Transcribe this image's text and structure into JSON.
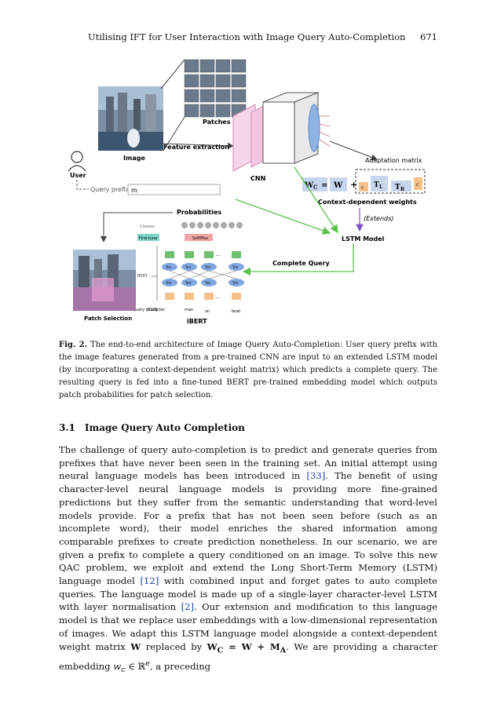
{
  "header": {
    "running_title": "Utilising IFT for User Interaction with Image Query Auto-Completion",
    "page_number": "671"
  },
  "figure": {
    "labels": {
      "patches": "Patches",
      "image": "Image",
      "feature_extraction": "Feature extraction",
      "cnn": "CNN",
      "user": "User",
      "query_prefix": "Query prefix:",
      "query_prefix_value": "m",
      "adaptation_matrix": "Adaptation matrix",
      "wc": "W",
      "wc_sub": "C",
      "eq": "=",
      "w": "W",
      "plus": "+",
      "c_left": "c",
      "tl": "T",
      "tl_sub": "L",
      "tr": "T",
      "tr_sub": "R",
      "c_right": "c",
      "context_dependent": "Context-dependent weights",
      "extends": "(Extends)",
      "lstm_model": "LSTM Model",
      "probabilities": "Probabilities",
      "classes": "Classes",
      "fine_tune": "Fine-tune",
      "softmax": "SoftMax",
      "bert": "BERT",
      "complete_query": "Complete Query",
      "patch_selection": "Patch Selection",
      "query_character": "Query character",
      "tokens": [
        "[CLS]",
        "man",
        "on",
        "boat"
      ],
      "ibert": "iBERT",
      "trm": "Trm",
      "dots": "..."
    }
  },
  "caption": {
    "label": "Fig. 2.",
    "text": "The end-to-end architecture of Image Query Auto-Completion: User query prefix with the image features generated from a pre-trained CNN are input to an extended LSTM model (by incorporating a context-dependent weight matrix) which predicts a complete query. The resulting query is fed into a fine-tuned BERT pre-trained embedding model which outputs patch probabilities for patch selection."
  },
  "section": {
    "number": "3.1",
    "title": "Image Query Auto Completion"
  },
  "body": {
    "p1": "The challenge of query auto-completion is to predict and generate queries from prefixes that have never been seen in the training set. An initial attempt using neural language models has been introduced in ",
    "c33": "[33]",
    "p2": ". The benefit of using character-level neural language models is providing more fine-grained predictions but they suffer from the semantic understanding that word-level models provide. For a prefix that has not been seen before (such as an incomplete word), their model enriches the shared information among comparable prefixes to create prediction nonetheless. In our scenario, we are given a prefix to complete a query conditioned on an image. To solve this new QAC problem, we exploit and extend the Long Short-Term Memory (LSTM) language model ",
    "c12": "[12]",
    "p3": " with combined input and forget gates to auto complete queries. The language model is made up of a single-layer character-level LSTM with layer normalisation ",
    "c2": "[2]",
    "p4": ". Our extension and modification to this language model is that we replace user embeddings with a low-dimensional representation of images. We adapt this LSTM language model alongside a context-dependent weight matrix ",
    "W": "W",
    "p5": " replaced by ",
    "eq": "W",
    "eq_sub": "C",
    "eq2": " = W + M",
    "eq2_sub": "A",
    "p6": ". We are providing a character embedding ",
    "wc": "w",
    "wc_sub": "c",
    "in": " ∈ ℝ",
    "sup": "e",
    "p7": ", a preceding"
  }
}
